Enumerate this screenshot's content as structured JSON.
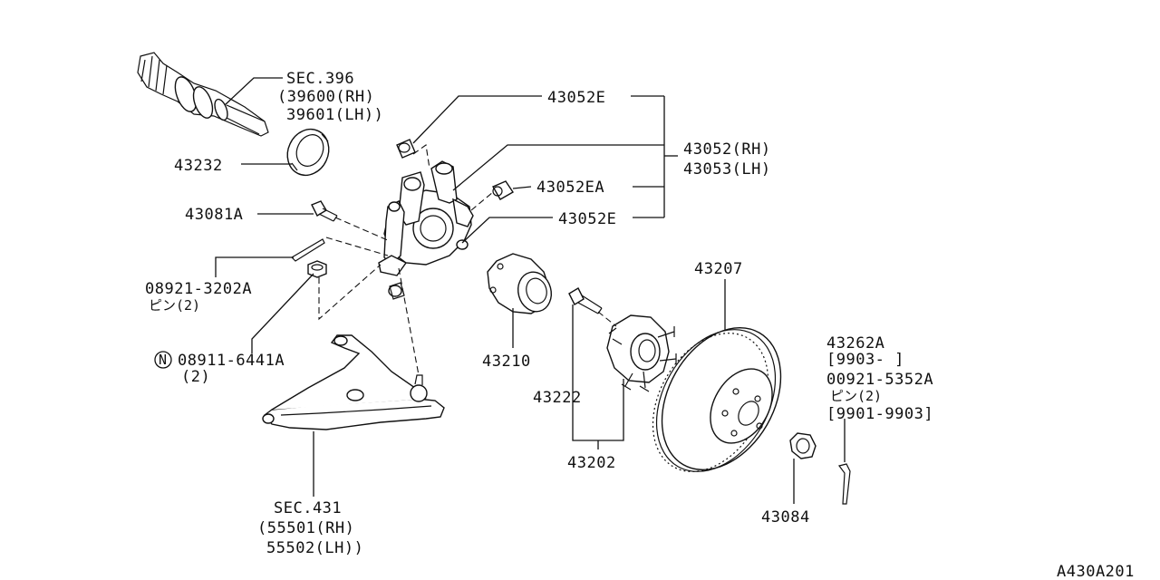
{
  "diagram_id": "A430A201",
  "callouts": {
    "sec396": [
      "SEC.396",
      "(39600(RH)",
      "39601(LH))"
    ],
    "p43232": "43232",
    "p43081A": "43081A",
    "p08921": [
      "08921-3202A",
      "ピン(2)"
    ],
    "p08911": [
      "08911-6441A",
      "(2)"
    ],
    "n_mark": "N",
    "p43052E_top": "43052E",
    "p43052": [
      "43052(RH)",
      "43053(LH)"
    ],
    "p43052EA": "43052EA",
    "p43052E_bot": "43052E",
    "p43210": "43210",
    "p43222": "43222",
    "p43202": "43202",
    "p43207": "43207",
    "p43262A": [
      "43262A",
      "[9903-     ]",
      "00921-5352A",
      "ピン(2)",
      "[9901-9903]"
    ],
    "p43084": "43084",
    "sec431": [
      "SEC.431",
      "(55501(RH)",
      "55502(LH))"
    ]
  }
}
